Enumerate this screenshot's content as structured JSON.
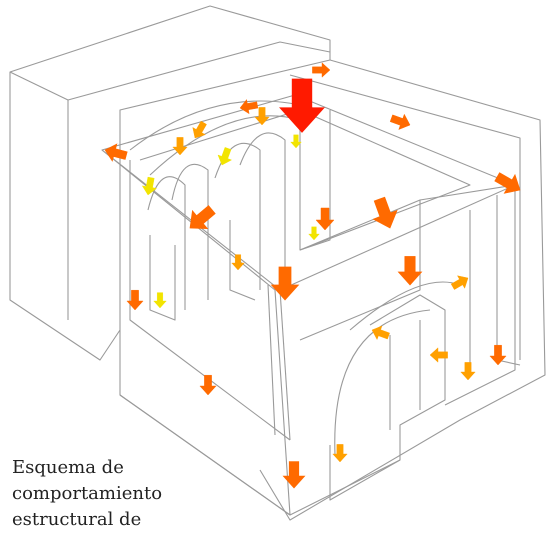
{
  "caption": {
    "lines": [
      "Esquema de",
      "comportamiento",
      "estructural de"
    ]
  },
  "legend_colors": {
    "outline": "#9a9a9a",
    "high": "#ff1a00",
    "medium": "#ff6a00",
    "low": "#ffa000",
    "minimal": "#f2e400"
  },
  "arrows": [
    {
      "id": "main-load",
      "level": "high"
    },
    {
      "id": "roof-left",
      "level": "medium"
    },
    {
      "id": "roof-top-right",
      "level": "medium"
    },
    {
      "id": "ridge-center",
      "level": "medium"
    },
    {
      "id": "apex-right",
      "level": "medium"
    },
    {
      "id": "right-top",
      "level": "medium"
    },
    {
      "id": "center-down-1",
      "level": "medium"
    },
    {
      "id": "center-down-2",
      "level": "medium"
    },
    {
      "id": "center-down-3",
      "level": "medium"
    },
    {
      "id": "corner-down",
      "level": "medium"
    },
    {
      "id": "left-down",
      "level": "medium"
    },
    {
      "id": "front-left-down",
      "level": "medium"
    },
    {
      "id": "bottom-corner-down",
      "level": "medium"
    },
    {
      "id": "right-bottom-down",
      "level": "medium"
    },
    {
      "id": "left-arch-lower",
      "level": "medium"
    },
    {
      "id": "vault-1",
      "level": "low"
    },
    {
      "id": "vault-2",
      "level": "low"
    },
    {
      "id": "vault-3",
      "level": "low"
    },
    {
      "id": "vault-4",
      "level": "minimal"
    },
    {
      "id": "vault-5",
      "level": "minimal"
    },
    {
      "id": "arch-col-1",
      "level": "minimal"
    },
    {
      "id": "arch-col-2",
      "level": "low"
    },
    {
      "id": "arch-col-3",
      "level": "minimal"
    },
    {
      "id": "arch-col-4",
      "level": "minimal"
    },
    {
      "id": "annex-1",
      "level": "low"
    },
    {
      "id": "annex-2",
      "level": "low"
    },
    {
      "id": "annex-3",
      "level": "low"
    },
    {
      "id": "annex-4",
      "level": "low"
    },
    {
      "id": "annex-5",
      "level": "low"
    }
  ]
}
